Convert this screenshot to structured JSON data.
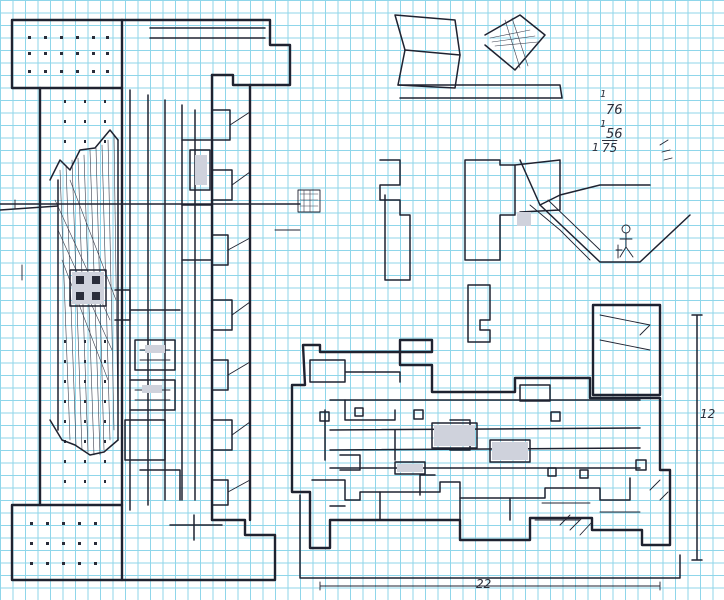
{
  "sheet": {
    "paper": "graph paper",
    "grid_color": "#8fd6ea",
    "ink_color": "#1f2230"
  },
  "annotations": {
    "margin_numbers": [
      "1",
      "76",
      "1",
      "56",
      "1",
      "75"
    ],
    "right_dimension": "12",
    "bottom_dimension": "22"
  }
}
